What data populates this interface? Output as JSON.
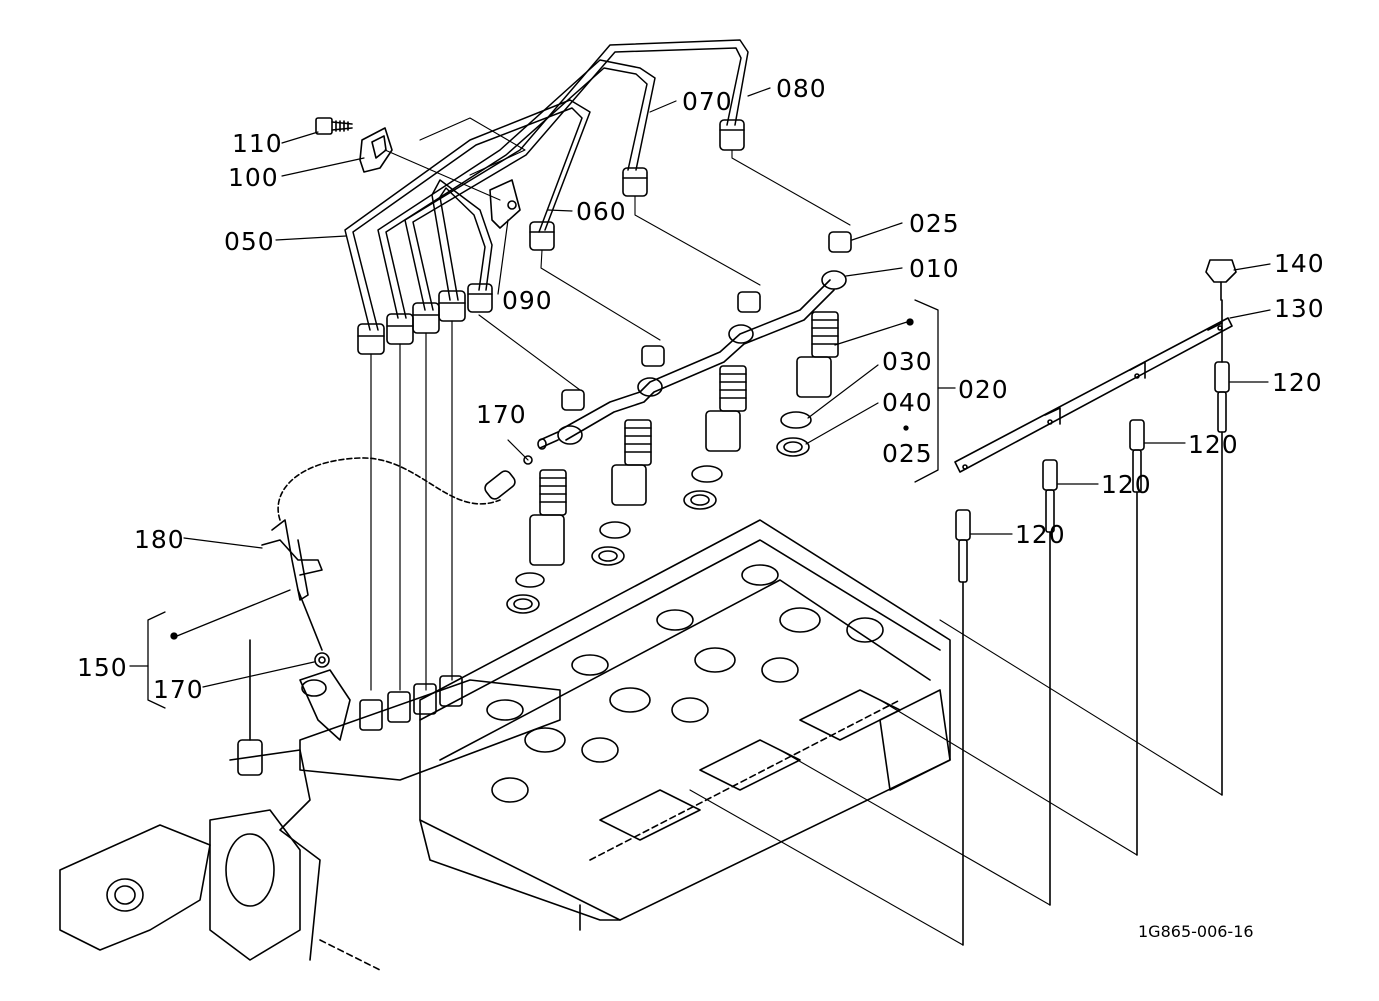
{
  "labels": {
    "l110": "110",
    "l100": "100",
    "l050": "050",
    "l070": "070",
    "l080": "080",
    "l060": "060",
    "l090": "090",
    "l025a": "025",
    "l010": "010",
    "l140": "140",
    "l130": "130",
    "l030": "030",
    "l020": "020",
    "l040": "040",
    "l025b": "025",
    "l120a": "120",
    "l120b": "120",
    "l120c": "120",
    "l120d": "120",
    "l170a": "170",
    "l180": "180",
    "l150": "150",
    "l170b": "170"
  },
  "drawing_code": "1G865-006-16"
}
